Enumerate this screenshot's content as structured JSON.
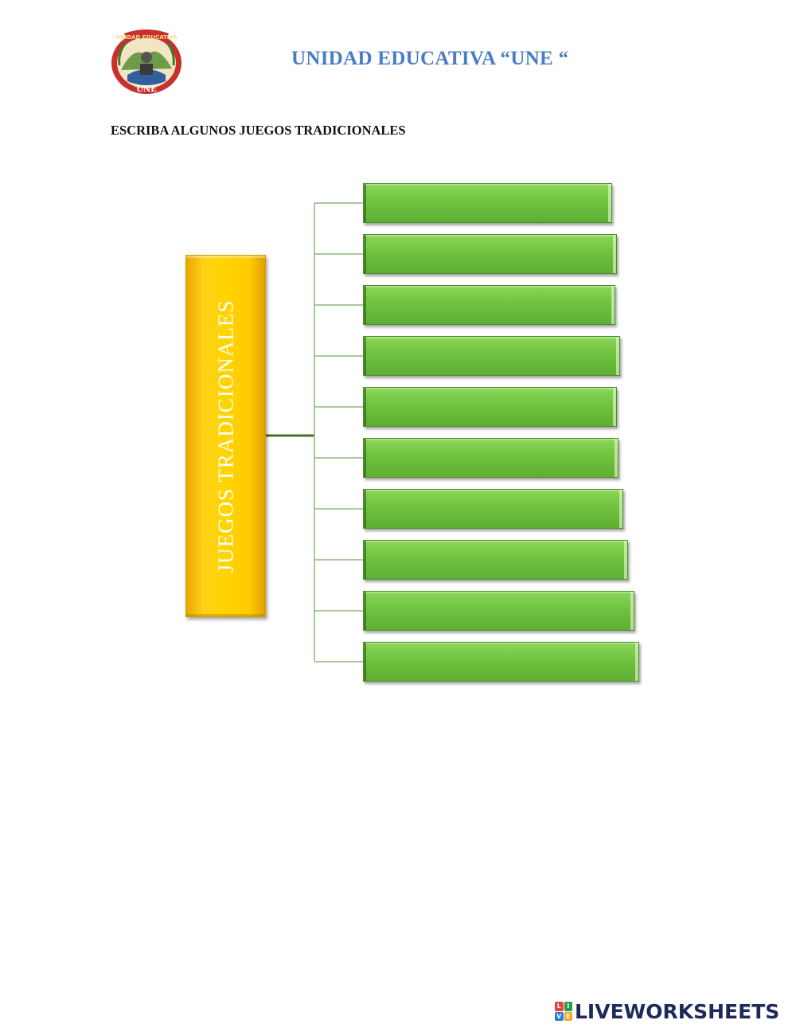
{
  "header": {
    "school_name": "UNIDAD EDUCATIVA “UNE “",
    "logo_text_top": "UNIDAD EDUCATIVA",
    "logo_text_bottom": "UNE"
  },
  "instruction": "ESCRIBA ALGUNOS JUEGOS TRADICIONALES",
  "diagram": {
    "center_label": "JUEGOS TRADICIONALES",
    "answers": [
      "",
      "",
      "",
      "",
      "",
      "",
      "",
      "",
      "",
      ""
    ]
  },
  "footer": {
    "brand": "LIVEWORKSHEETS",
    "brand_icon_letters": [
      "L",
      "I",
      "V",
      "E"
    ]
  },
  "colors": {
    "title": "#4a7cc7",
    "center_box": "#ffd400",
    "answer_box": "#70c33f",
    "connector": "#5a8a3a",
    "brand": "#1d2a5a"
  }
}
